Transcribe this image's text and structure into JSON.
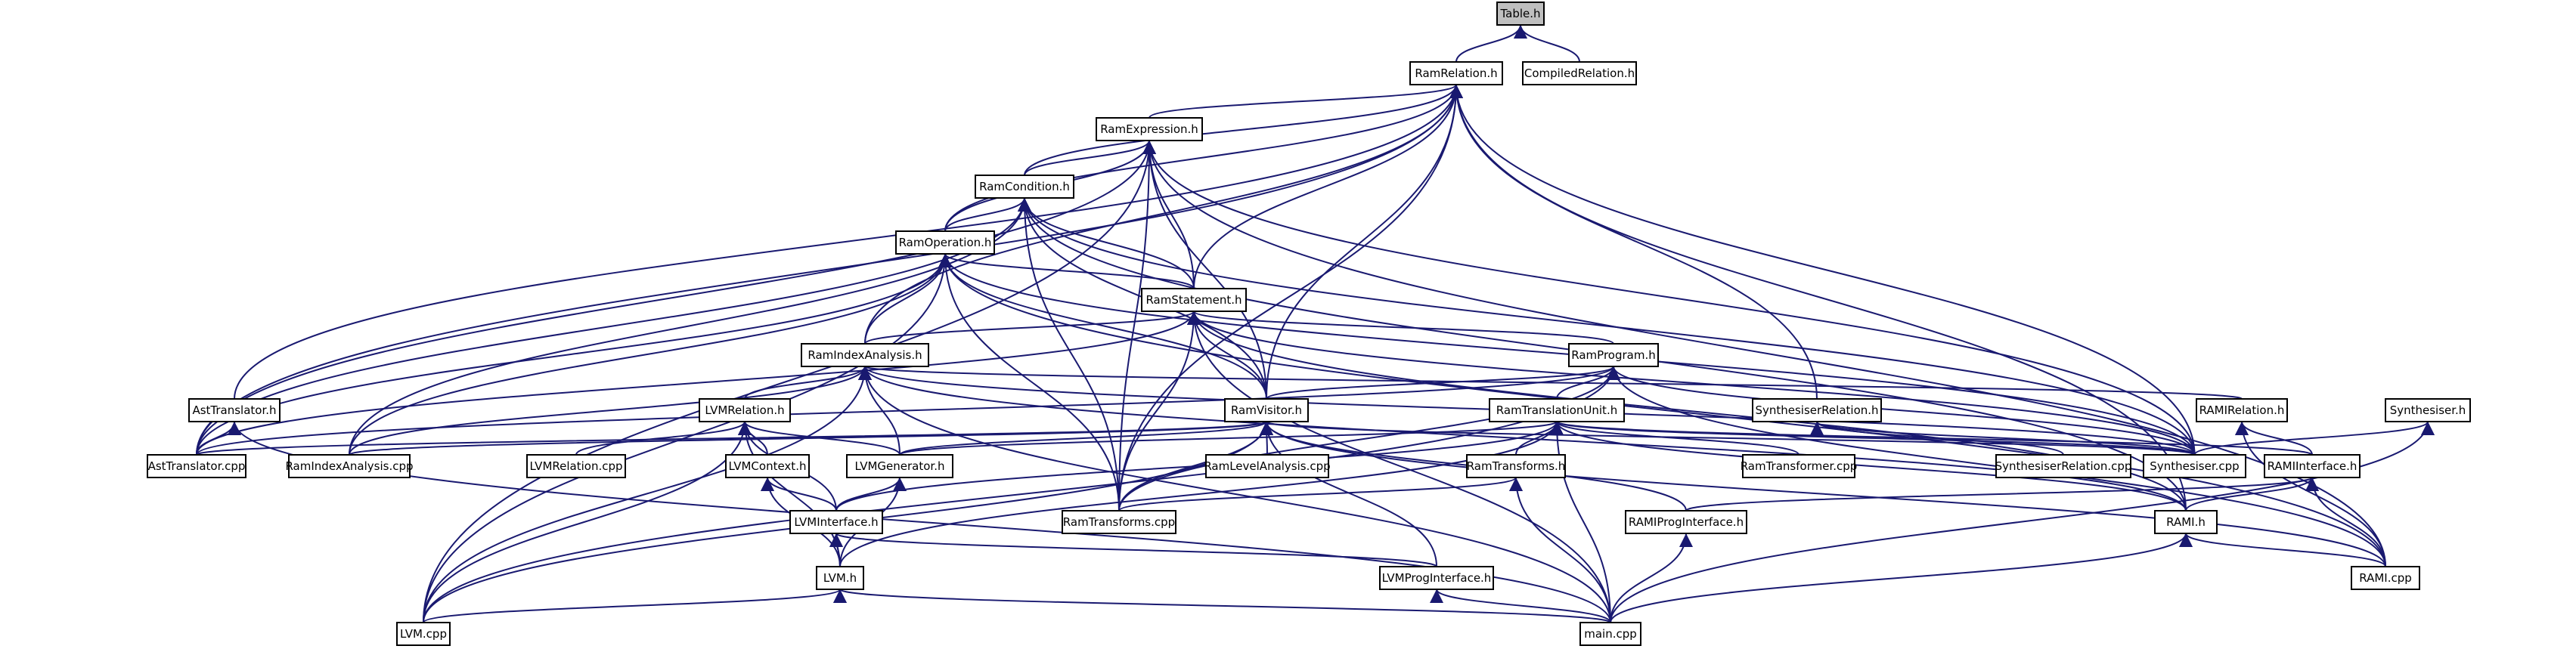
{
  "diagram": {
    "root": "Table.h",
    "colors": {
      "edge": "#191970",
      "node_border": "#000000",
      "node_fill": "#ffffff",
      "root_fill": "#bfbfbf",
      "background": "#ffffff"
    },
    "nodes": [
      {
        "id": "table_h",
        "label": "Table.h"
      },
      {
        "id": "ramrelation_h",
        "label": "RamRelation.h"
      },
      {
        "id": "compiledrelation_h",
        "label": "CompiledRelation.h"
      },
      {
        "id": "ramexpression_h",
        "label": "RamExpression.h"
      },
      {
        "id": "ramcondition_h",
        "label": "RamCondition.h"
      },
      {
        "id": "ramoperation_h",
        "label": "RamOperation.h"
      },
      {
        "id": "ramstatement_h",
        "label": "RamStatement.h"
      },
      {
        "id": "ramindexanalysis_h",
        "label": "RamIndexAnalysis.h"
      },
      {
        "id": "ramprogram_h",
        "label": "RamProgram.h"
      },
      {
        "id": "asttranslator_h",
        "label": "AstTranslator.h"
      },
      {
        "id": "lvmrelation_h",
        "label": "LVMRelation.h"
      },
      {
        "id": "ramvisitor_h",
        "label": "RamVisitor.h"
      },
      {
        "id": "ramtranslationunit_h",
        "label": "RamTranslationUnit.h"
      },
      {
        "id": "synthesiserrelation_h",
        "label": "SynthesiserRelation.h"
      },
      {
        "id": "ramirelation_h",
        "label": "RAMIRelation.h"
      },
      {
        "id": "synthesiser_h",
        "label": "Synthesiser.h"
      },
      {
        "id": "asttranslator_cpp",
        "label": "AstTranslator.cpp"
      },
      {
        "id": "ramindexanalysis_cpp",
        "label": "RamIndexAnalysis.cpp"
      },
      {
        "id": "lvmrelation_cpp",
        "label": "LVMRelation.cpp"
      },
      {
        "id": "lvmcontext_h",
        "label": "LVMContext.h"
      },
      {
        "id": "lvmgenerator_h",
        "label": "LVMGenerator.h"
      },
      {
        "id": "ramlevelanalysis_cpp",
        "label": "RamLevelAnalysis.cpp"
      },
      {
        "id": "ramtransforms_h",
        "label": "RamTransforms.h"
      },
      {
        "id": "ramtransformer_cpp",
        "label": "RamTransformer.cpp"
      },
      {
        "id": "synthesiserrelation_cpp",
        "label": "SynthesiserRelation.cpp"
      },
      {
        "id": "synthesiser_cpp",
        "label": "Synthesiser.cpp"
      },
      {
        "id": "ramiinterface_h",
        "label": "RAMIInterface.h"
      },
      {
        "id": "lvminterface_h",
        "label": "LVMInterface.h"
      },
      {
        "id": "ramtransforms_cpp",
        "label": "RamTransforms.cpp"
      },
      {
        "id": "ramiproginterface_h",
        "label": "RAMIProgInterface.h"
      },
      {
        "id": "rami_h",
        "label": "RAMI.h"
      },
      {
        "id": "lvm_h",
        "label": "LVM.h"
      },
      {
        "id": "lvmproginterface_h",
        "label": "LVMProgInterface.h"
      },
      {
        "id": "rami_cpp",
        "label": "RAMI.cpp"
      },
      {
        "id": "lvm_cpp",
        "label": "LVM.cpp"
      },
      {
        "id": "main_cpp",
        "label": "main.cpp"
      }
    ],
    "edges": [
      [
        "ramrelation_h",
        "table_h"
      ],
      [
        "compiledrelation_h",
        "table_h"
      ],
      [
        "ramexpression_h",
        "ramrelation_h"
      ],
      [
        "ramcondition_h",
        "ramrelation_h"
      ],
      [
        "ramoperation_h",
        "ramrelation_h"
      ],
      [
        "ramstatement_h",
        "ramrelation_h"
      ],
      [
        "ramindexanalysis_h",
        "ramrelation_h"
      ],
      [
        "asttranslator_h",
        "ramrelation_h"
      ],
      [
        "ramvisitor_h",
        "ramrelation_h"
      ],
      [
        "synthesiserrelation_h",
        "ramrelation_h"
      ],
      [
        "asttranslator_cpp",
        "ramrelation_h"
      ],
      [
        "ramtransforms_cpp",
        "ramrelation_h"
      ],
      [
        "synthesiser_cpp",
        "ramrelation_h"
      ],
      [
        "rami_h",
        "ramrelation_h"
      ],
      [
        "ramcondition_h",
        "ramexpression_h"
      ],
      [
        "ramoperation_h",
        "ramexpression_h"
      ],
      [
        "ramstatement_h",
        "ramexpression_h"
      ],
      [
        "ramvisitor_h",
        "ramexpression_h"
      ],
      [
        "asttranslator_cpp",
        "ramexpression_h"
      ],
      [
        "ramtransforms_cpp",
        "ramexpression_h"
      ],
      [
        "synthesiser_cpp",
        "ramexpression_h"
      ],
      [
        "rami_cpp",
        "ramexpression_h"
      ],
      [
        "lvm_cpp",
        "ramexpression_h"
      ],
      [
        "ramoperation_h",
        "ramcondition_h"
      ],
      [
        "ramstatement_h",
        "ramcondition_h"
      ],
      [
        "ramvisitor_h",
        "ramcondition_h"
      ],
      [
        "ramtransforms_cpp",
        "ramcondition_h"
      ],
      [
        "ramindexanalysis_cpp",
        "ramcondition_h"
      ],
      [
        "asttranslator_cpp",
        "ramcondition_h"
      ],
      [
        "synthesiser_cpp",
        "ramcondition_h"
      ],
      [
        "rami_h",
        "ramcondition_h"
      ],
      [
        "ramstatement_h",
        "ramoperation_h"
      ],
      [
        "ramindexanalysis_h",
        "ramoperation_h"
      ],
      [
        "ramvisitor_h",
        "ramoperation_h"
      ],
      [
        "asttranslator_cpp",
        "ramoperation_h"
      ],
      [
        "ramindexanalysis_cpp",
        "ramoperation_h"
      ],
      [
        "ramtransforms_cpp",
        "ramoperation_h"
      ],
      [
        "lvm_cpp",
        "ramoperation_h"
      ],
      [
        "synthesiser_cpp",
        "ramoperation_h"
      ],
      [
        "rami_cpp",
        "ramoperation_h"
      ],
      [
        "ramprogram_h",
        "ramstatement_h"
      ],
      [
        "ramindexanalysis_h",
        "ramstatement_h"
      ],
      [
        "ramvisitor_h",
        "ramstatement_h"
      ],
      [
        "ramtransforms_cpp",
        "ramstatement_h"
      ],
      [
        "asttranslator_cpp",
        "ramstatement_h"
      ],
      [
        "synthesiser_cpp",
        "ramstatement_h"
      ],
      [
        "rami_h",
        "ramstatement_h"
      ],
      [
        "main_cpp",
        "ramstatement_h"
      ],
      [
        "lvmrelation_h",
        "ramindexanalysis_h"
      ],
      [
        "lvmgenerator_h",
        "ramindexanalysis_h"
      ],
      [
        "ramindexanalysis_cpp",
        "ramindexanalysis_h"
      ],
      [
        "synthesiser_cpp",
        "ramindexanalysis_h"
      ],
      [
        "ramirelation_h",
        "ramindexanalysis_h"
      ],
      [
        "lvm_cpp",
        "ramindexanalysis_h"
      ],
      [
        "main_cpp",
        "ramindexanalysis_h"
      ],
      [
        "rami_h",
        "ramindexanalysis_h"
      ],
      [
        "ramtranslationunit_h",
        "ramprogram_h"
      ],
      [
        "ramvisitor_h",
        "ramprogram_h"
      ],
      [
        "asttranslator_cpp",
        "ramprogram_h"
      ],
      [
        "synthesiser_cpp",
        "ramprogram_h"
      ],
      [
        "ramtransforms_cpp",
        "ramprogram_h"
      ],
      [
        "lvm_cpp",
        "ramprogram_h"
      ],
      [
        "rami_cpp",
        "ramprogram_h"
      ],
      [
        "asttranslator_cpp",
        "asttranslator_h"
      ],
      [
        "main_cpp",
        "asttranslator_h"
      ],
      [
        "lvmrelation_cpp",
        "lvmrelation_h"
      ],
      [
        "lvmcontext_h",
        "lvmrelation_h"
      ],
      [
        "lvmgenerator_h",
        "lvmrelation_h"
      ],
      [
        "lvminterface_h",
        "lvmrelation_h"
      ],
      [
        "lvm_h",
        "lvmrelation_h"
      ],
      [
        "lvm_cpp",
        "lvmrelation_h"
      ],
      [
        "ramlevelanalysis_cpp",
        "ramvisitor_h"
      ],
      [
        "ramtransforms_cpp",
        "ramvisitor_h"
      ],
      [
        "lvmgenerator_h",
        "ramvisitor_h"
      ],
      [
        "ramindexanalysis_cpp",
        "ramvisitor_h"
      ],
      [
        "asttranslator_cpp",
        "ramvisitor_h"
      ],
      [
        "ramiproginterface_h",
        "ramvisitor_h"
      ],
      [
        "lvmproginterface_h",
        "ramvisitor_h"
      ],
      [
        "synthesiser_cpp",
        "ramvisitor_h"
      ],
      [
        "rami_cpp",
        "ramvisitor_h"
      ],
      [
        "lvm_cpp",
        "ramvisitor_h"
      ],
      [
        "ramtransforms_h",
        "ramtranslationunit_h"
      ],
      [
        "ramtransformer_cpp",
        "ramtranslationunit_h"
      ],
      [
        "lvminterface_h",
        "ramtranslationunit_h"
      ],
      [
        "ramiinterface_h",
        "ramtranslationunit_h"
      ],
      [
        "rami_h",
        "ramtranslationunit_h"
      ],
      [
        "lvm_h",
        "ramtranslationunit_h"
      ],
      [
        "main_cpp",
        "ramtranslationunit_h"
      ],
      [
        "synthesiser_cpp",
        "ramtranslationunit_h"
      ],
      [
        "lvmgenerator_h",
        "ramtranslationunit_h"
      ],
      [
        "synthesiserrelation_cpp",
        "synthesiserrelation_h"
      ],
      [
        "synthesiser_cpp",
        "synthesiserrelation_h"
      ],
      [
        "ramiinterface_h",
        "ramirelation_h"
      ],
      [
        "rami_cpp",
        "ramirelation_h"
      ],
      [
        "synthesiser_cpp",
        "synthesiser_h"
      ],
      [
        "main_cpp",
        "synthesiser_h"
      ],
      [
        "lvminterface_h",
        "lvmcontext_h"
      ],
      [
        "lvm_h",
        "lvmcontext_h"
      ],
      [
        "lvminterface_h",
        "lvmgenerator_h"
      ],
      [
        "lvm_h",
        "lvmgenerator_h"
      ],
      [
        "ramtransforms_cpp",
        "ramtransforms_h"
      ],
      [
        "main_cpp",
        "ramtransforms_h"
      ],
      [
        "rami_h",
        "ramiinterface_h"
      ],
      [
        "ramiproginterface_h",
        "ramiinterface_h"
      ],
      [
        "rami_cpp",
        "ramiinterface_h"
      ],
      [
        "lvm_h",
        "lvminterface_h"
      ],
      [
        "lvmproginterface_h",
        "lvminterface_h"
      ],
      [
        "main_cpp",
        "ramiproginterface_h"
      ],
      [
        "rami_cpp",
        "rami_h"
      ],
      [
        "main_cpp",
        "rami_h"
      ],
      [
        "lvm_cpp",
        "lvm_h"
      ],
      [
        "main_cpp",
        "lvm_h"
      ],
      [
        "main_cpp",
        "lvmproginterface_h"
      ]
    ]
  }
}
